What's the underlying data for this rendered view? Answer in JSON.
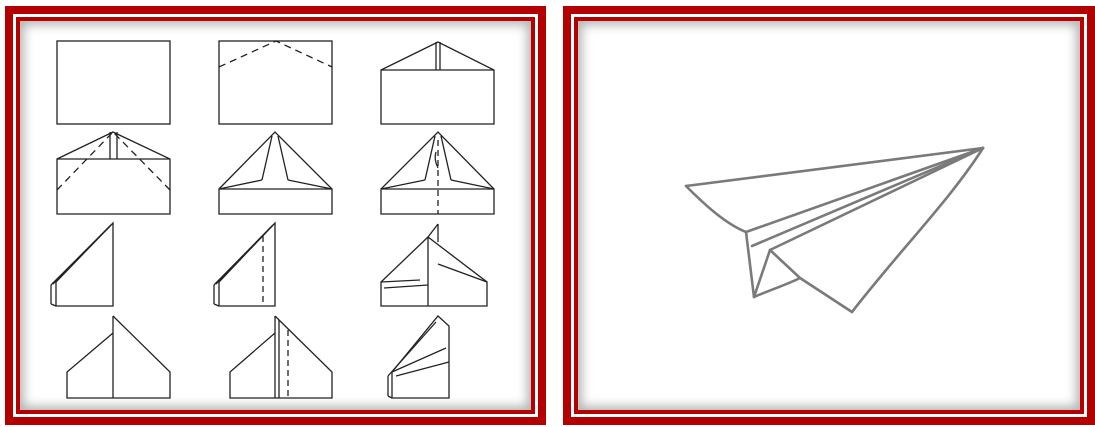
{
  "colors": {
    "frame": "#b30000",
    "frame_highlight": "#ffffff",
    "diagram_line": "#222222",
    "plane_line": "#7a7a7a"
  },
  "left_panel": {
    "content": "paper-airplane-folding-steps",
    "grid": {
      "rows": 4,
      "columns": 3,
      "steps": 12
    }
  },
  "right_panel": {
    "content": "finished-paper-airplane"
  }
}
